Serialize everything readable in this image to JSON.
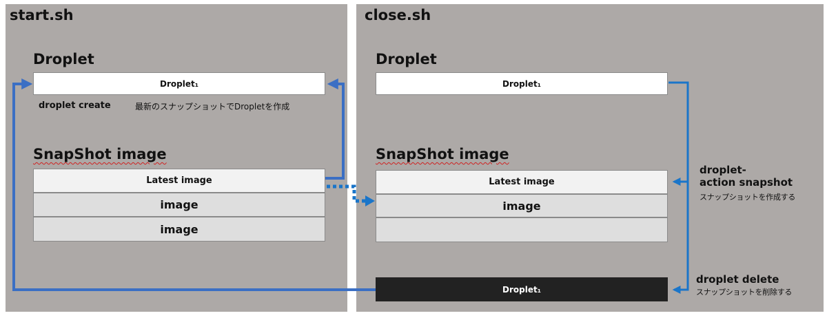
{
  "left": {
    "title": "start.sh",
    "droplet_section": "Droplet",
    "droplet_box": "Droplet₁",
    "command": "droplet create",
    "command_desc": "最新のスナップショットでDropletを作成",
    "snapshot_section": "SnapShot image",
    "snapshots": [
      "Latest image",
      "image",
      "image"
    ]
  },
  "right": {
    "title": "close.sh",
    "droplet_section": "Droplet",
    "droplet_box": "Droplet₁",
    "snapshot_section": "SnapShot image",
    "snapshots": [
      "Latest image",
      "image",
      ""
    ],
    "action1_line1": "droplet-",
    "action1_line2": "action snapshot",
    "action1_desc": "スナップショットを作成する",
    "deleted_box": "Droplet₁",
    "action2_title": "droplet delete",
    "action2_desc": "スナップショットを削除する"
  },
  "colors": {
    "panel": "#ada9a7",
    "arrow": "#3b6fc4",
    "arrow_right": "#1a75c9",
    "deleted_box": "#222222"
  }
}
